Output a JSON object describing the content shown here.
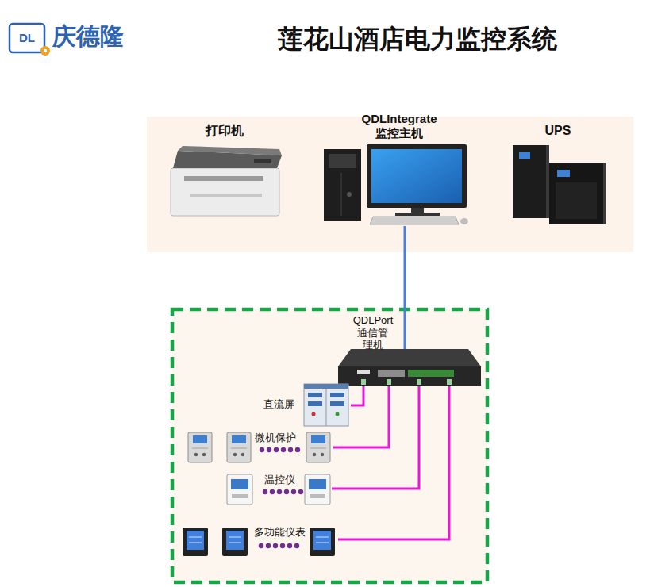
{
  "diagram": {
    "title": "莲花山酒店电力监控系统",
    "nodes": [
      {
        "text": [
          "打印机"
        ]
      },
      {
        "text": [
          "QDLIntegrate 监控主机"
        ]
      },
      {
        "text": [
          "UPS"
        ]
      },
      {
        "text": [
          "QDLPort 通信管理机"
        ]
      },
      {
        "text": [
          "直流屏"
        ]
      },
      {
        "text": [
          "微机保护"
        ]
      },
      {
        "text": [
          "温控仪"
        ]
      },
      {
        "text": [
          "多功能仪表"
        ]
      }
    ],
    "edges": [
      {
        "from": 1,
        "to": 3,
        "arrow": "none"
      },
      {
        "from": 3,
        "to": 4,
        "arrow": "none"
      },
      {
        "from": 3,
        "to": 5,
        "arrow": "none"
      },
      {
        "from": 3,
        "to": 6,
        "arrow": "none"
      },
      {
        "from": 3,
        "to": 7,
        "arrow": "none"
      }
    ],
    "labels": [
      "DL",
      "庆德隆"
    ]
  }
}
